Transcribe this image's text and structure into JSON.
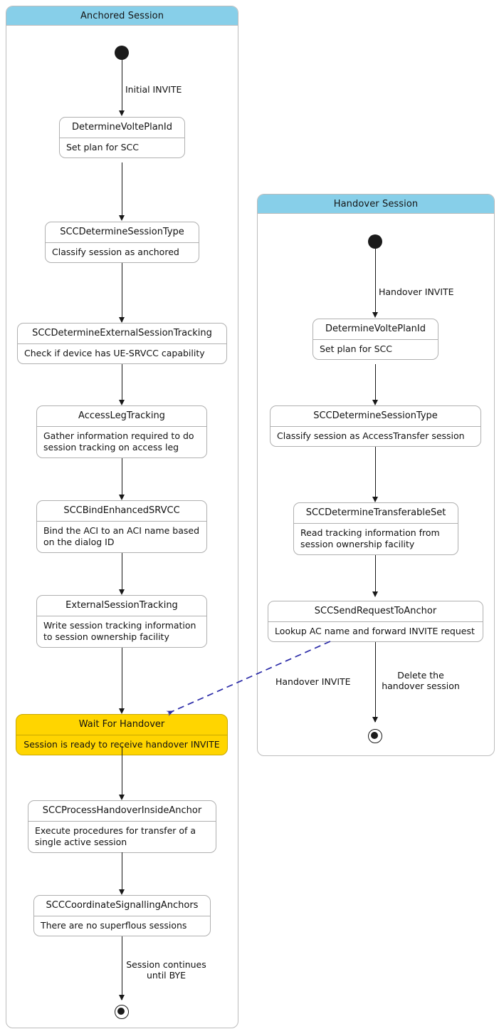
{
  "diagram": {
    "type": "uml-activity-diagram",
    "partitions": [
      {
        "id": "anchored",
        "title": "Anchored Session",
        "header_color": "#87CFE9",
        "nodes": [
          {
            "id": "a-start",
            "kind": "start"
          },
          {
            "id": "a1",
            "kind": "activity",
            "title": "DetermineVoltePlanId",
            "desc": "Set plan for SCC"
          },
          {
            "id": "a2",
            "kind": "activity",
            "title": "SCCDetermineSessionType",
            "desc": "Classify session as anchored"
          },
          {
            "id": "a3",
            "kind": "activity",
            "title": "SCCDetermineExternalSessionTracking",
            "desc": "Check if device has UE-SRVCC capability"
          },
          {
            "id": "a4",
            "kind": "activity",
            "title": "AccessLegTracking",
            "desc": "Gather information required to do\nsession tracking on access leg"
          },
          {
            "id": "a5",
            "kind": "activity",
            "title": "SCCBindEnhancedSRVCC",
            "desc": "Bind the ACI to an ACI name based\non the dialog ID"
          },
          {
            "id": "a6",
            "kind": "activity",
            "title": "ExternalSessionTracking",
            "desc": "Write session tracking information\nto session ownership facility"
          },
          {
            "id": "a7",
            "kind": "activity",
            "title": "Wait For Handover",
            "desc": "Session is ready to receive handover INVITE",
            "highlight": true,
            "fill": "#FFD500"
          },
          {
            "id": "a8",
            "kind": "activity",
            "title": "SCCProcessHandoverInsideAnchor",
            "desc": "Execute procedures for transfer of a\nsingle active session"
          },
          {
            "id": "a9",
            "kind": "activity",
            "title": "SCCCoordinateSignallingAnchors",
            "desc": "There are no superflous sessions"
          },
          {
            "id": "a-end",
            "kind": "end"
          }
        ],
        "edge_labels": [
          {
            "id": "a-label-1",
            "text": "Initial INVITE"
          },
          {
            "id": "a-label-2",
            "text": "Session continues\nuntil BYE"
          }
        ]
      },
      {
        "id": "handover",
        "title": "Handover Session",
        "header_color": "#87CFE9",
        "nodes": [
          {
            "id": "h-start",
            "kind": "start"
          },
          {
            "id": "h1",
            "kind": "activity",
            "title": "DetermineVoltePlanId",
            "desc": "Set plan for SCC"
          },
          {
            "id": "h2",
            "kind": "activity",
            "title": "SCCDetermineSessionType",
            "desc": "Classify session as AccessTransfer session"
          },
          {
            "id": "h3",
            "kind": "activity",
            "title": "SCCDetermineTransferableSet",
            "desc": "Read tracking information from\nsession ownership facility"
          },
          {
            "id": "h4",
            "kind": "activity",
            "title": "SCCSendRequestToAnchor",
            "desc": "Lookup AC name and forward INVITE request"
          },
          {
            "id": "h-end",
            "kind": "end"
          }
        ],
        "edge_labels": [
          {
            "id": "h-label-1",
            "text": "Handover INVITE"
          },
          {
            "id": "h-label-2",
            "text": "Delete the\nhandover session"
          }
        ]
      }
    ],
    "cross_edge": {
      "id": "cross-handover-invite",
      "label": "Handover INVITE",
      "style": "dashed",
      "color": "#2B2BA8",
      "from": "h4",
      "to": "a7"
    }
  }
}
